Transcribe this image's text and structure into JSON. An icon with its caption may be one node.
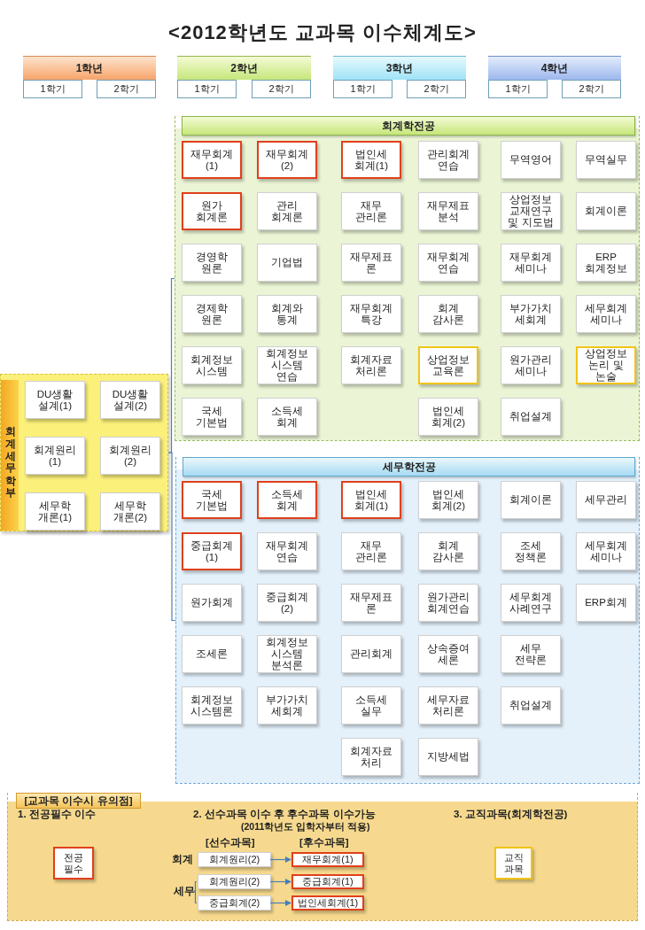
{
  "diagram": {
    "title": "<2012학년도 교과목 이수체계도>",
    "nodes": [
      {
        "text": [
          "1학년"
        ]
      },
      {
        "text": [
          "1학기"
        ],
        "in": 0
      },
      {
        "text": [
          "2학기"
        ],
        "in": 0
      },
      {
        "text": [
          "2학년"
        ]
      },
      {
        "text": [
          "1학기"
        ],
        "in": 3
      },
      {
        "text": [
          "2학기"
        ],
        "in": 3
      },
      {
        "text": [
          "3학년"
        ]
      },
      {
        "text": [
          "1학기"
        ],
        "in": 6
      },
      {
        "text": [
          "2학기"
        ],
        "in": 6
      },
      {
        "text": [
          "4학년"
        ]
      },
      {
        "text": [
          "1학기"
        ],
        "in": 9
      },
      {
        "text": [
          "2학기"
        ],
        "in": 9
      },
      {
        "text": [
          "회계학전공"
        ]
      },
      {
        "text": [
          "재무회계 (1)"
        ],
        "in": 12
      },
      {
        "text": [
          "재무회계 (2)"
        ],
        "in": 12
      },
      {
        "text": [
          "법인세 회계(1)"
        ],
        "in": 12
      },
      {
        "text": [
          "관리회계 연습"
        ],
        "in": 12
      },
      {
        "text": [
          "무역영어"
        ],
        "in": 12
      },
      {
        "text": [
          "무역실무"
        ],
        "in": 12
      },
      {
        "text": [
          "원가 회계론"
        ],
        "in": 12
      },
      {
        "text": [
          "관리 회계론"
        ],
        "in": 12
      },
      {
        "text": [
          "재무 관리론"
        ],
        "in": 12
      },
      {
        "text": [
          "재무제표 분석"
        ],
        "in": 12
      },
      {
        "text": [
          "상업정보 교재연구 및 지도법"
        ],
        "in": 12
      },
      {
        "text": [
          "회계이론"
        ],
        "in": 12
      },
      {
        "text": [
          "경영학 원론"
        ],
        "in": 12
      },
      {
        "text": [
          "기업법"
        ],
        "in": 12
      },
      {
        "text": [
          "재무제표 론"
        ],
        "in": 12
      },
      {
        "text": [
          "재무회계 연습"
        ],
        "in": 12
      },
      {
        "text": [
          "재무회계 세미나"
        ],
        "in": 12
      },
      {
        "text": [
          "ERP 회계정보"
        ],
        "in": 12
      },
      {
        "text": [
          "경제학 원론"
        ],
        "in": 12
      },
      {
        "text": [
          "회계와 통계"
        ],
        "in": 12
      },
      {
        "text": [
          "재무회계 특강"
        ],
        "in": 12
      },
      {
        "text": [
          "회계 감사론"
        ],
        "in": 12
      },
      {
        "text": [
          "부가가치 세회계"
        ],
        "in": 12
      },
      {
        "text": [
          "세무회계 세미나"
        ],
        "in": 12
      },
      {
        "text": [
          "회계정보 시스템"
        ],
        "in": 12
      },
      {
        "text": [
          "회계정보 시스템 연습"
        ],
        "in": 12
      },
      {
        "text": [
          "회계자료 처리론"
        ],
        "in": 12
      },
      {
        "text": [
          "상업정보 교육론"
        ],
        "in": 12
      },
      {
        "text": [
          "원가관리 세미나"
        ],
        "in": 12
      },
      {
        "text": [
          "상업정보 논리 및 논술"
        ],
        "in": 12
      },
      {
        "text": [
          "국세 기본법"
        ],
        "in": 12
      },
      {
        "text": [
          "소득세 회계"
        ],
        "in": 12
      },
      {
        "text": [
          "법인세 회계(2)"
        ],
        "in": 12
      },
      {
        "text": [
          "취업설계"
        ],
        "in": 12
      },
      {
        "text": [
          "회계세무학부"
        ]
      },
      {
        "text": [
          "DU생활 설계(1)"
        ],
        "in": 47
      },
      {
        "text": [
          "DU생활 설계(2)"
        ],
        "in": 47
      },
      {
        "text": [
          "회계원리 (1)"
        ],
        "in": 47
      },
      {
        "text": [
          "회계원리 (2)"
        ],
        "in": 47
      },
      {
        "text": [
          "세무학 개론(1)"
        ],
        "in": 47
      },
      {
        "text": [
          "세무학 개론(2)"
        ],
        "in": 47
      },
      {
        "text": [
          "세무학전공"
        ]
      },
      {
        "text": [
          "국세 기본법"
        ],
        "in": 54
      },
      {
        "text": [
          "소득세 회계"
        ],
        "in": 54
      },
      {
        "text": [
          "법인세 회계(1)"
        ],
        "in": 54
      },
      {
        "text": [
          "법인세 회계(2)"
        ],
        "in": 54
      },
      {
        "text": [
          "회계이론"
        ],
        "in": 54
      },
      {
        "text": [
          "세무관리"
        ],
        "in": 54
      },
      {
        "text": [
          "중급회계 (1)"
        ],
        "in": 54
      },
      {
        "text": [
          "재무회계 연습"
        ],
        "in": 54
      },
      {
        "text": [
          "재무 관리론"
        ],
        "in": 54
      },
      {
        "text": [
          "회계 감사론"
        ],
        "in": 54
      },
      {
        "text": [
          "조세 정책론"
        ],
        "in": 54
      },
      {
        "text": [
          "세무회계 세미나"
        ],
        "in": 54
      },
      {
        "text": [
          "원가회계"
        ],
        "in": 54
      },
      {
        "text": [
          "중급회계 (2)"
        ],
        "in": 54
      },
      {
        "text": [
          "재무제표 론"
        ],
        "in": 54
      },
      {
        "text": [
          "원가관리 회계연습"
        ],
        "in": 54
      },
      {
        "text": [
          "세무회계 사례연구"
        ],
        "in": 54
      },
      {
        "text": [
          "ERP회계"
        ],
        "in": 54
      },
      {
        "text": [
          "조세론"
        ],
        "in": 54
      },
      {
        "text": [
          "회계정보 시스템 분석론"
        ],
        "in": 54
      },
      {
        "text": [
          "관리회계"
        ],
        "in": 54
      },
      {
        "text": [
          "상속증여 세론"
        ],
        "in": 54
      },
      {
        "text": [
          "세무 전략론"
        ],
        "in": 54
      },
      {
        "text": [
          "회계정보 시스템론"
        ],
        "in": 54
      },
      {
        "text": [
          "부가가치 세회계"
        ],
        "in": 54
      },
      {
        "text": [
          "소득세 실무"
        ],
        "in": 54
      },
      {
        "text": [
          "세무자료 처리론"
        ],
        "in": 54
      },
      {
        "text": [
          "취업설계"
        ],
        "in": 54
      },
      {
        "text": [
          "회계자료 처리"
        ],
        "in": 54
      },
      {
        "text": [
          "지방세법"
        ],
        "in": 54
      },
      {
        "text": [
          "[교과목 이수시 유의점]"
        ]
      },
      {
        "text": [
          "전공 필수"
        ],
        "in": 85
      },
      {
        "text": [
          "회계원리(2)"
        ],
        "in": 85
      },
      {
        "text": [
          "재무회계(1)"
        ],
        "in": 85
      },
      {
        "text": [
          "세무"
        ],
        "in": 85
      },
      {
        "text": [
          "회계원리(2)"
        ],
        "in": 85
      },
      {
        "text": [
          "중급회계(1)"
        ],
        "in": 85
      },
      {
        "text": [
          "중급회계(2)"
        ],
        "in": 85
      },
      {
        "text": [
          "법인세회계(1)"
        ],
        "in": 85
      },
      {
        "text": [
          "교직 과목"
        ],
        "in": 85
      }
    ],
    "edges": [
      {
        "from": 47,
        "to": 12,
        "arrow": "none"
      },
      {
        "from": 47,
        "to": 54,
        "arrow": "none"
      },
      {
        "from": 87,
        "to": 88,
        "arrow": "to"
      },
      {
        "from": 89,
        "to": 90,
        "arrow": "none"
      },
      {
        "from": 89,
        "to": 92,
        "arrow": "none"
      },
      {
        "from": 90,
        "to": 91,
        "arrow": "to"
      },
      {
        "from": 92,
        "to": 93,
        "arrow": "to"
      }
    ],
    "labels": [
      "1. 전공필수 이수",
      "2. 선수과목 이수 후 후수과목 이수가능",
      "3. 교직과목(회계학전공)",
      "(2011학년도 입학자부터 적용)",
      "[선수과목]",
      "[후수과목]",
      "회계"
    ]
  }
}
